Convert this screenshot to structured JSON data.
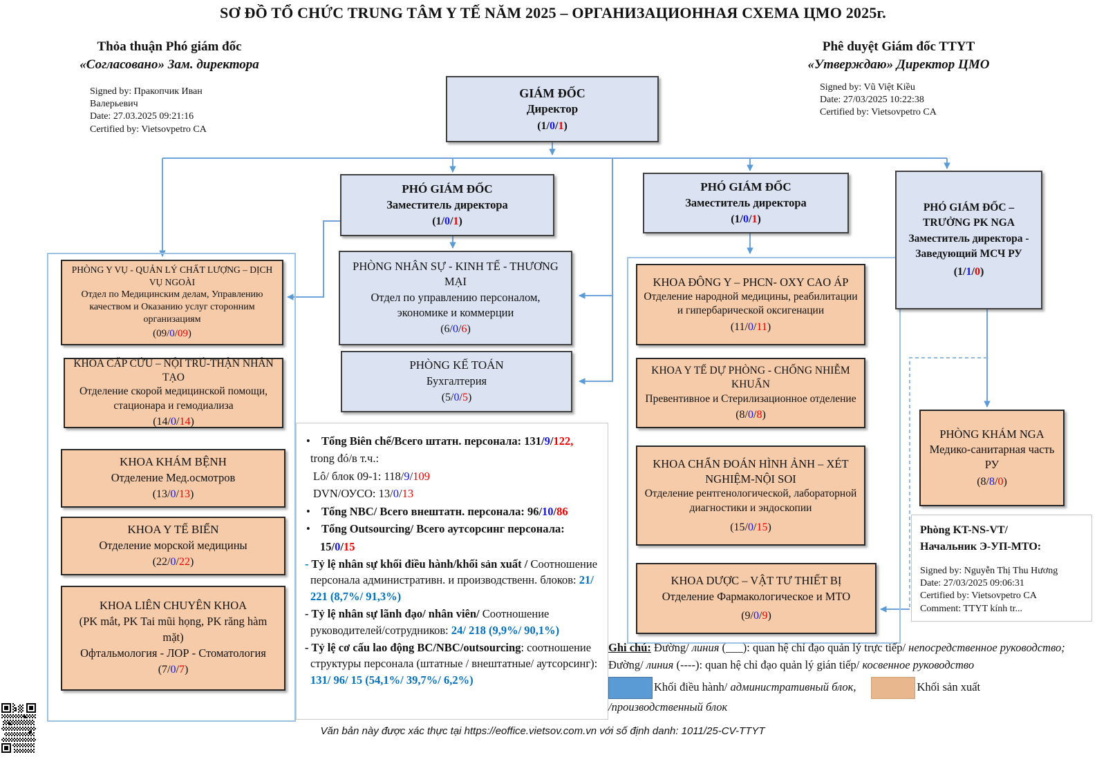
{
  "sym": {
    "open": "(",
    "slash": "/",
    "close": ")",
    "bullet": "•",
    "dash": "- "
  },
  "title": "SƠ ĐỒ TỔ CHỨC TRUNG TÂM Y TẾ NĂM 2025 – ОРГАНИЗАЦИОННАЯ СХЕМА ЦМО 2025г.",
  "approval_left": {
    "line1": "Thỏa thuận Phó giám đốc",
    "line2": "«Согласовано» Зам. директора",
    "sig1": "Signed by: Пракопчик Иван",
    "sig2": "Валерьевич",
    "sig3": "Date: 27.03.2025 09:21:16",
    "sig4": "Certified by: Vietsovpetro CA"
  },
  "approval_right": {
    "line1": "Phê duyệt Giám đốc TTYT",
    "line2": "«Утверждаю» Директор ЦМО",
    "sig1": "Signed by: Vũ Việt Kiều",
    "sig2": "Date: 27/03/2025 10:22:38",
    "sig3": "Certified by: Vietsovpetro CA"
  },
  "boxes": {
    "giam_doc": {
      "vn": "GIÁM ĐỐC",
      "ru": "Директор",
      "a": "1",
      "b": "0",
      "c": "1"
    },
    "pgd1": {
      "vn": "PHÓ GIÁM ĐỐC",
      "ru": "Заместитель директора",
      "a": "1",
      "b": "0",
      "c": "1"
    },
    "pgd2": {
      "vn": "PHÓ GIÁM ĐỐC",
      "ru": "Заместитель директора",
      "a": "1",
      "b": "0",
      "c": "1"
    },
    "pgd_nga": {
      "vn": "PHÓ GIÁM ĐỐC – TRƯỞNG PK NGA",
      "ru": "Заместитель директора - Заведующий МСЧ РУ",
      "a": "1",
      "b": "1",
      "c": "0"
    },
    "nhan_su": {
      "vn": "PHÒNG NHÂN SỰ - KINH TẾ - THƯƠNG MẠI",
      "ru": "Отдел по управлению персоналом, экономике и коммерции",
      "a": "6",
      "b": "0",
      "c": "6"
    },
    "ke_toan": {
      "vn": "PHÒNG KẾ TOÁN",
      "ru": "Бухгалтерия",
      "a": "5",
      "b": "0",
      "c": "5"
    },
    "l1": {
      "vn": "PHÒNG Y VỤ - QUẢN LÝ CHẤT LƯỢNG – DỊCH VỤ NGOÀI",
      "ru": "Отдел по Медицинским делам, Управлению качеством и Оказанию услуг сторонним организациям",
      "a": "09",
      "b": "0",
      "c": "09"
    },
    "l2": {
      "vn": "KHOA CẤP CỨU – NỘI TRÚ-THẬN NHÂN TẠO",
      "ru": "Отделение скорой медицинской помощи, стационара и гемодиализа",
      "a": "14",
      "b": "0",
      "c": "14"
    },
    "l3": {
      "vn": "KHOA KHÁM BỆNH",
      "ru": "Отделение Мед.осмотров",
      "a": "13",
      "b": "0",
      "c": "13"
    },
    "l4": {
      "vn": "KHOA Y TẾ BIỂN",
      "ru": "Отделение морской медицины",
      "a": "22",
      "b": "0",
      "c": "22"
    },
    "l5": {
      "vn": "KHOA LIÊN CHUYÊN KHOA",
      "vn2": "(PK mắt, PK Tai mũi họng, PK răng hàm mặt)",
      "ru": "Офтальмология - ЛОР - Стоматология",
      "a": "7",
      "b": "0",
      "c": "7"
    },
    "r1": {
      "vn": "KHOA ĐÔNG Y – PHCN- OXY CAO ÁP",
      "ru": "Отделение народной медицины, реабилитации и гипербарической оксигенации",
      "a": "11",
      "b": "0",
      "c": "11"
    },
    "r2": {
      "vn": "KHOA Y TẾ DỰ PHÒNG - CHỐNG NHIỄM KHUẨN",
      "ru": "Превентивное и Стерилизационное отделение",
      "a": "8",
      "b": "0",
      "c": "8"
    },
    "r3": {
      "vn": "KHOA CHẨN ĐOÁN HÌNH ẢNH – XÉT NGHIỆM-NỘI SOI",
      "ru": "Отделение рентгенологической, лабораторной диагностики и эндоскопии",
      "a": "15",
      "b": "0",
      "c": "15"
    },
    "r4": {
      "vn": "KHOA DƯỢC – VẬT TƯ THIẾT BỊ",
      "ru": "Отделение Фармакологическое и МТО",
      "a": "9",
      "b": "0",
      "c": "9"
    },
    "pk_nga": {
      "vn": "PHÒNG KHÁM NGA",
      "ru": "Медико-санитарная часть РУ",
      "a": "8",
      "b": "8",
      "c": "0"
    }
  },
  "kt_block": {
    "title1": "Phòng KT-NS-VT/",
    "title2": "Начальник Э-УП-МТО:",
    "sig1": "Signed by: Nguyễn Thị Thu Hương",
    "sig2": "Date: 27/03/2025 09:06:31",
    "sig3": "Certified by: Vietsovpetro CA",
    "sig4": "Comment: TTYT kính tr..."
  },
  "stats": {
    "s1_label": "Tổng Biên chế/Всего штатн. персонала: ",
    "s1_a": "131",
    "s1_b": "9",
    "s1_c": "122,",
    "s2": "trong đó/в т.ч.:",
    "s3_label": "Lô/ блок 09-1: ",
    "s3_a": "118",
    "s3_b": "9",
    "s3_c": "109",
    "s4_label": "DVN/ОУСО:  ",
    "s4_a": "13",
    "s4_b": "0",
    "s4_c": "13",
    "s5_label": "Tổng NBC/ Всего внештатн. персонала:  ",
    "s5_a": "96",
    "s5_b": "10",
    "s5_c": "86",
    "s6_label": "Tổng Outsourcing/ Всего аутсорсинг персонала:",
    "s6_a": "15",
    "s6_b": "0",
    "s6_c": "15",
    "s7_bold": "Tỷ lệ nhân sự khối điều hành/khối sản xuất /",
    "s7_normal": " Соотношение персонала административн. и производственн. блоков: ",
    "s7_value": "21/ 221 (8,7%/ 91,3%)",
    "s8_bold": "Tỷ lệ nhân sự lãnh đạo/ nhân viên/",
    "s8_normal": " Соотношение руководителей/сотрудников: ",
    "s8_value": "24/ 218 (9,9%/ 90,1%)",
    "s9_bold": "Tỷ lệ cơ cấu lao động BC/NBC/outsourcing",
    "s9_colon": ": ",
    "s9_normal": "соотношение структуры персонала (штатные / внештатные/ аутсорсинг): ",
    "s9_value": "131/ 96/ 15 (54,1%/ 39,7%/ 6,2%)"
  },
  "legend": {
    "label": "Ghi chú:",
    "l1a": " Đường/ ",
    "l1b": "линия",
    "l1c": " (___): quan hệ chỉ đạo quản lý trực tiếp/ ",
    "l1d": "непосредственное руководство;",
    "l1e": " Đường/ ",
    "l1f": "линия",
    "l1g": " (----): quan hệ chỉ đạo quản lý gián tiếp/ ",
    "l1h": "косвенное руководство",
    "blue_vn": "Khối điều hành/ ",
    "blue_ru": "административный блок,",
    "orange_vn": "Khối sản xuất",
    "orange_ru": "/производственный блок"
  },
  "footer": "Văn bản này được xác thực tại https://eoffice.vietsov.com.vn với số định danh: 1011/25-CV-TTYT",
  "colors": {
    "admin_block": "#dbe3f2",
    "production_block": "#f6cbaa",
    "connector": "#6fa3dc",
    "swatch_blue": "#5b9bd5",
    "swatch_orange": "#e9b78e",
    "count_mid": "#1414e8",
    "count_last": "#ee0000",
    "stat_value": "#0070c0"
  }
}
